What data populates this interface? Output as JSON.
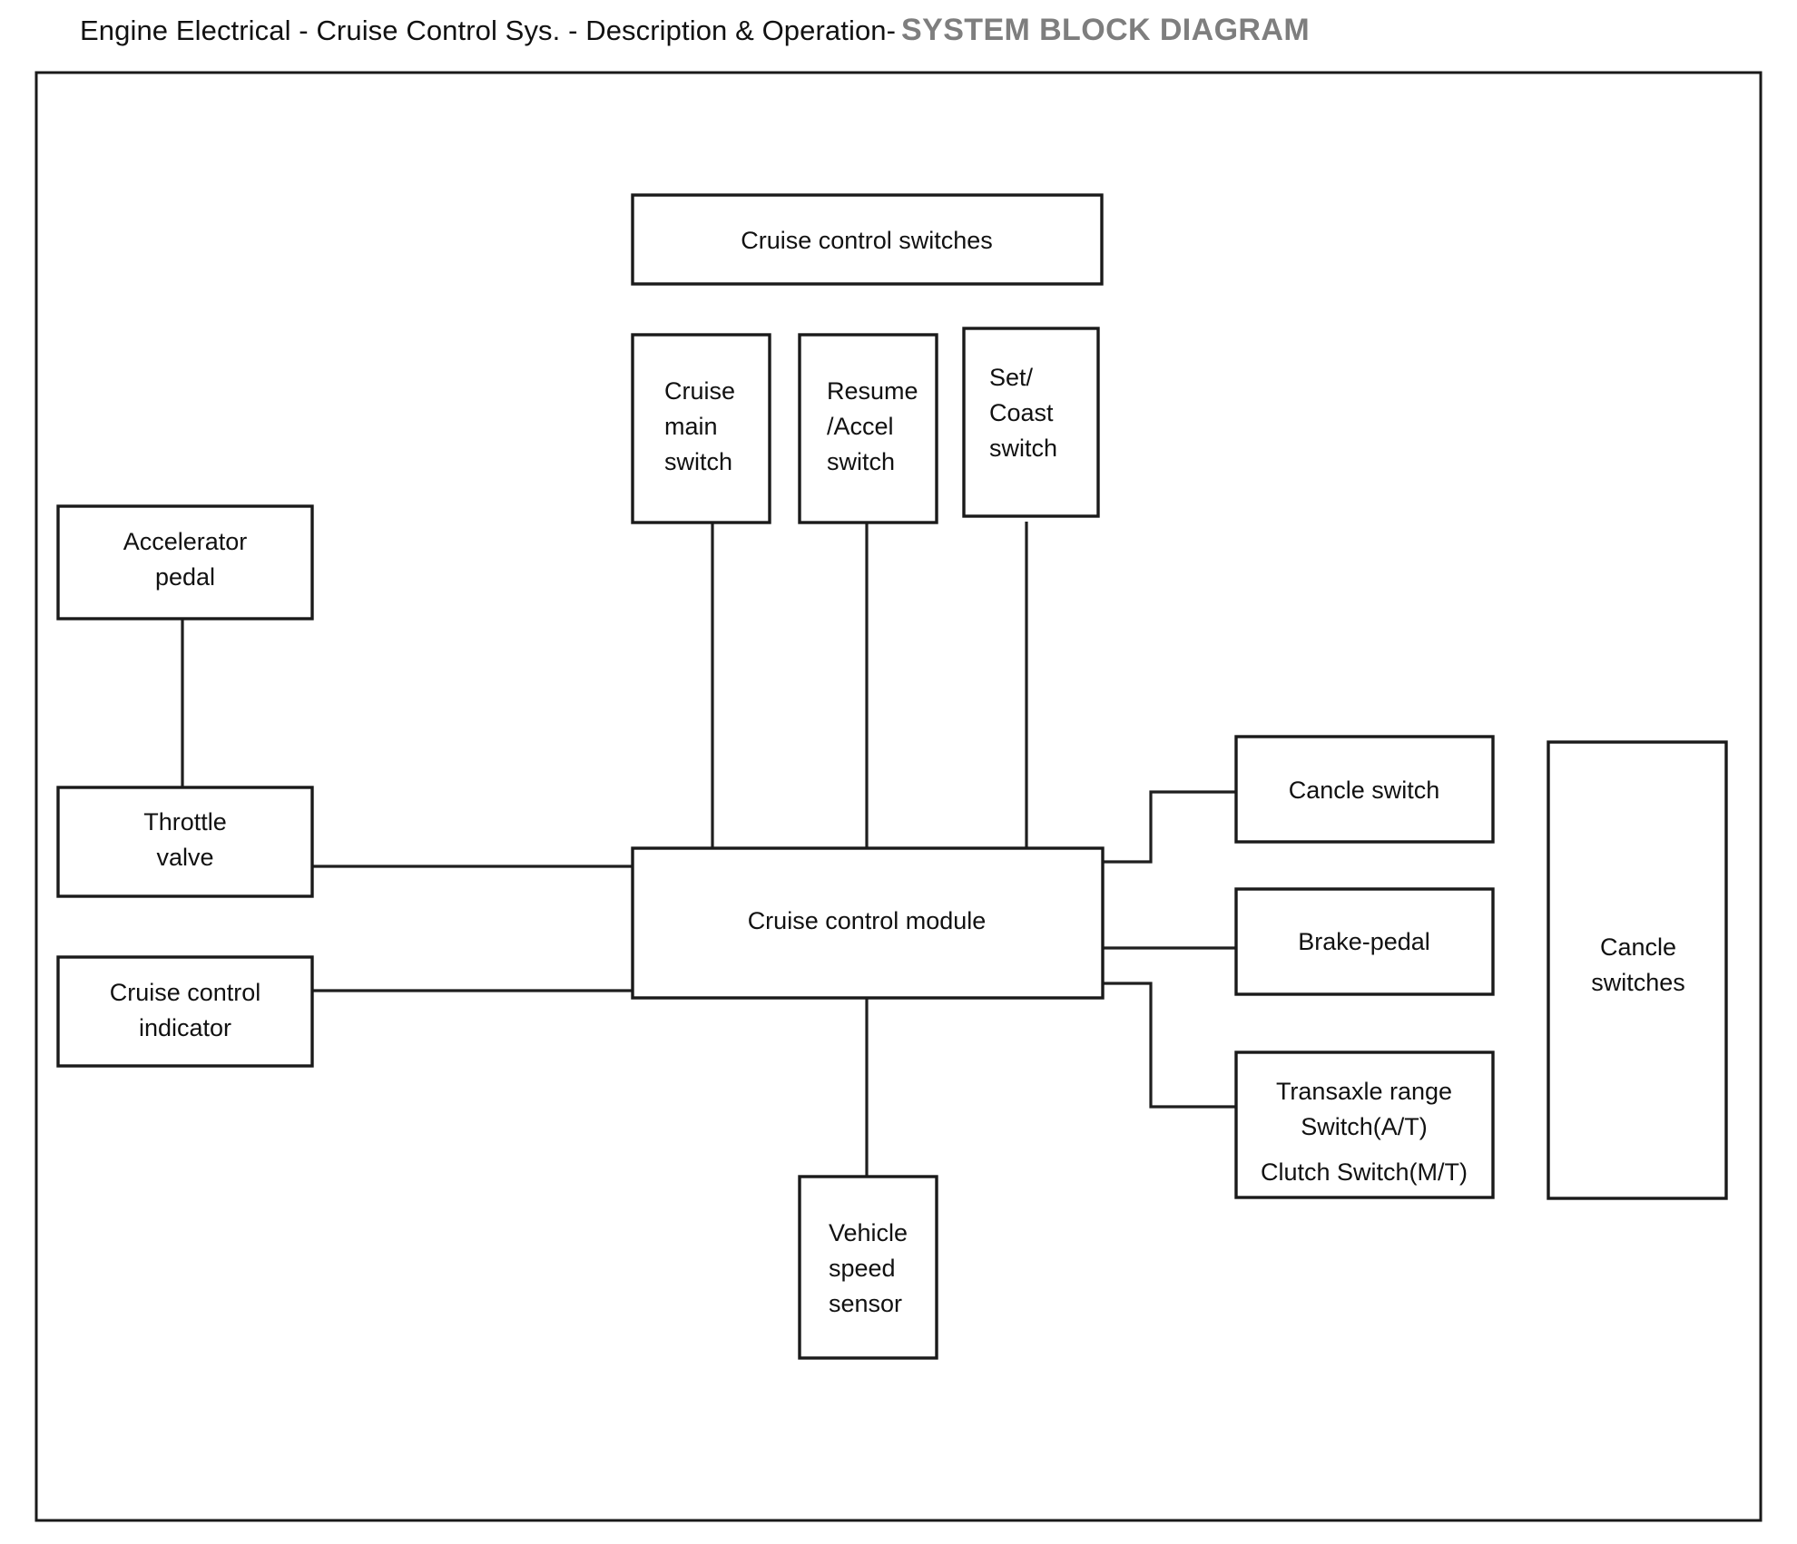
{
  "title": {
    "main": "Engine Electrical - Cruise Control Sys. - Description & Operation-",
    "highlight": "SYSTEM BLOCK DIAGRAM",
    "main_color": "#111111",
    "highlight_color": "#7e7e7e"
  },
  "diagram": {
    "type": "block-diagram",
    "stroke_color": "#1a1a1a",
    "fill_color": "#ffffff",
    "nodes": {
      "cruise_control_switches": {
        "label": "Cruise control switches"
      },
      "cruise_main_switch": {
        "line1": "Cruise",
        "line2": "main",
        "line3": "switch"
      },
      "resume_accel_switch": {
        "line1": "Resume",
        "line2": "/Accel",
        "line3": "switch"
      },
      "set_coast_switch": {
        "line1": "Set/",
        "line2": "Coast",
        "line3": "switch"
      },
      "accelerator_pedal": {
        "line1": "Accelerator",
        "line2": "pedal"
      },
      "throttle_valve": {
        "line1": "Throttle",
        "line2": "valve"
      },
      "cruise_control_indicator": {
        "line1": "Cruise control",
        "line2": "indicator"
      },
      "cruise_control_module": {
        "label": "Cruise control module"
      },
      "vehicle_speed_sensor": {
        "line1": "Vehicle",
        "line2": "speed",
        "line3": "sensor"
      },
      "cancle_switch": {
        "label": "Cancle switch"
      },
      "brake_pedal": {
        "label": "Brake-pedal"
      },
      "transaxle_clutch_switch": {
        "line1": "Transaxle range",
        "line2": "Switch(A/T)",
        "line3": "Clutch Switch(M/T)"
      },
      "cancle_switches_group": {
        "line1": "Cancle",
        "line2": "switches"
      }
    },
    "connections": [
      {
        "from": "cruise_main_switch",
        "to": "cruise_control_module"
      },
      {
        "from": "resume_accel_switch",
        "to": "cruise_control_module"
      },
      {
        "from": "set_coast_switch",
        "to": "cruise_control_module"
      },
      {
        "from": "accelerator_pedal",
        "to": "throttle_valve"
      },
      {
        "from": "throttle_valve",
        "to": "cruise_control_module"
      },
      {
        "from": "cruise_control_indicator",
        "to": "cruise_control_module"
      },
      {
        "from": "cruise_control_module",
        "to": "vehicle_speed_sensor"
      },
      {
        "from": "cruise_control_module",
        "to": "cancle_switch"
      },
      {
        "from": "cruise_control_module",
        "to": "brake_pedal"
      },
      {
        "from": "cruise_control_module",
        "to": "transaxle_clutch_switch"
      }
    ]
  }
}
